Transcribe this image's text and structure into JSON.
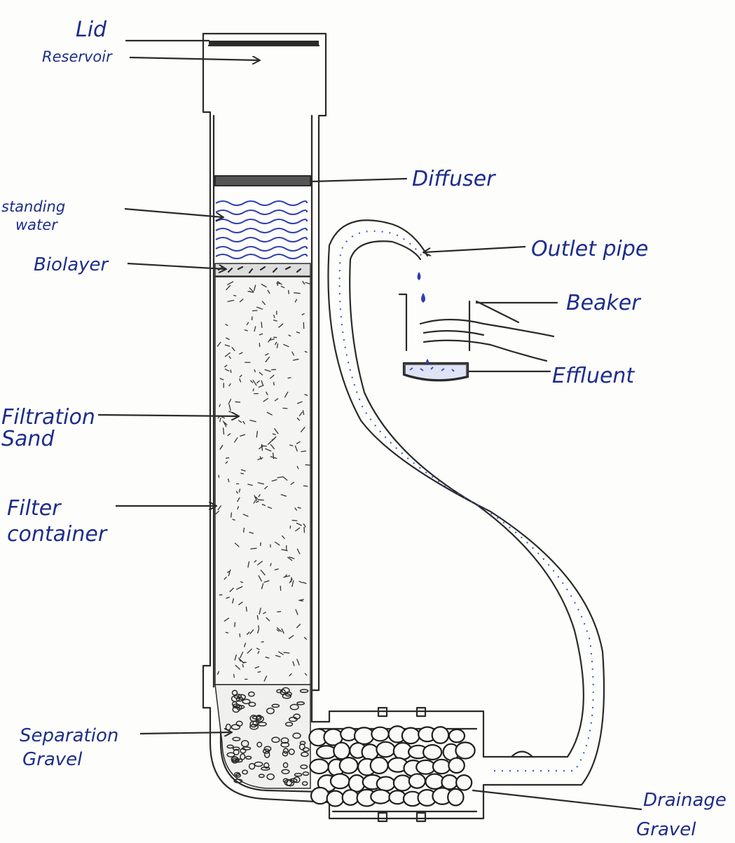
{
  "labels": {
    "lid": "Lid",
    "reservoir": "Reservoir",
    "diffuser": "Diffuser",
    "standing_water": [
      "standing",
      "water"
    ],
    "biolayer": "Biolayer",
    "outlet_pipe": "Outlet pipe",
    "beaker": "Beaker",
    "effluent": "Effluent",
    "filtration_sand": [
      "Filtration",
      "Sand"
    ],
    "filter_container": [
      "Filter",
      "container"
    ],
    "separation_gravel": [
      "Separation",
      "Gravel"
    ],
    "drainage_gravel": [
      "Drainage",
      "Gravel"
    ]
  },
  "colors": {
    "label_ink": "#1d2d8a",
    "pencil": "#2a2a2a",
    "water": "#2f3fb0",
    "pipe_dots": "#3a55c8"
  }
}
